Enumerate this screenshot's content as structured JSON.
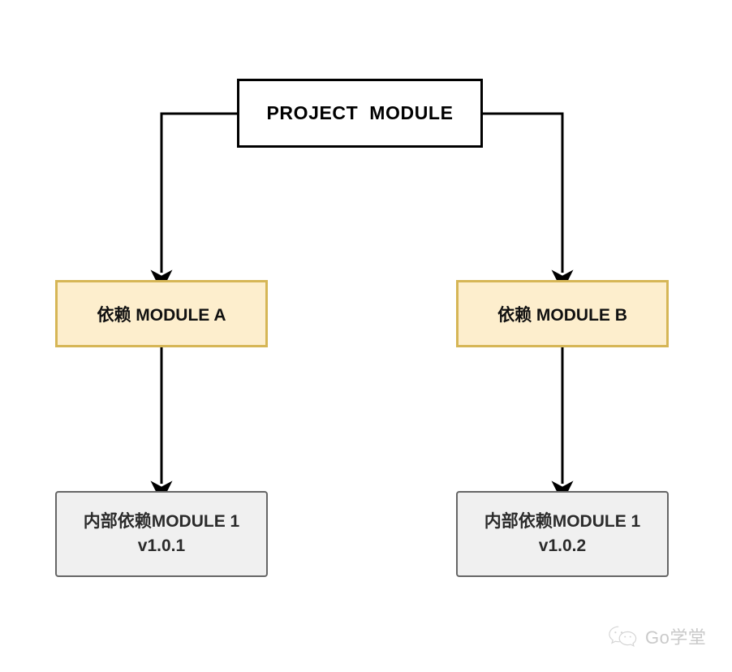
{
  "diagram": {
    "title": "Go module dependency conflict diagram",
    "background": "#ffffff",
    "colors": {
      "root_border": "#000000",
      "dependency_fill": "#fdeecd",
      "dependency_border": "#d6b656",
      "internal_fill": "#f0f0f0",
      "internal_border": "#666666",
      "edge": "#000000",
      "watermark": "#c6c6c6"
    },
    "root": {
      "label": "PROJECT  MODULE"
    },
    "dependencies": [
      {
        "label": "依赖 MODULE A"
      },
      {
        "label": "依赖 MODULE B"
      }
    ],
    "internals": [
      {
        "label": "内部依赖MODULE 1",
        "version": "v1.0.1"
      },
      {
        "label": "内部依赖MODULE 1",
        "version": "v1.0.2"
      }
    ],
    "edges": [
      {
        "from": "PROJECT  MODULE",
        "to": "依赖 MODULE A",
        "style": "elbow-arrow"
      },
      {
        "from": "PROJECT  MODULE",
        "to": "依赖 MODULE B",
        "style": "elbow-arrow"
      },
      {
        "from": "依赖 MODULE A",
        "to": "内部依赖MODULE 1 v1.0.1",
        "style": "straight-arrow"
      },
      {
        "from": "依赖 MODULE B",
        "to": "内部依赖MODULE 1 v1.0.2",
        "style": "straight-arrow"
      }
    ]
  },
  "watermark": {
    "icon": "wechat-icon",
    "text": "Go学堂"
  }
}
